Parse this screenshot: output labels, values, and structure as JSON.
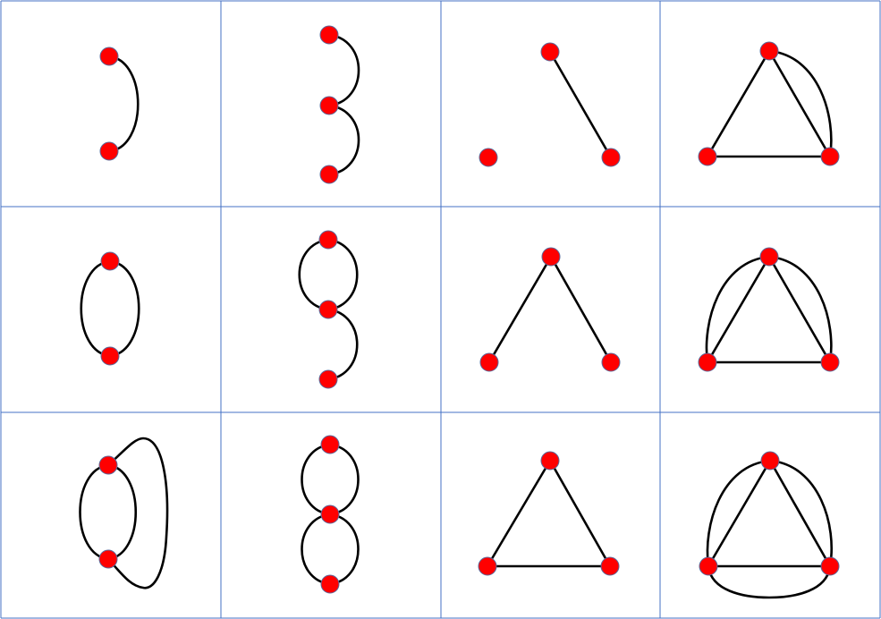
{
  "grid": {
    "rows": 3,
    "columns": 4
  },
  "colors": {
    "grid": "#4472C4",
    "vertex": "#FF0000",
    "edge": "#000000",
    "background": "#FFFFFF"
  },
  "graphs": [
    {
      "id": "r1c1",
      "vertices": 2,
      "edges": 1
    },
    {
      "id": "r1c2",
      "vertices": 3,
      "edges": 2
    },
    {
      "id": "r1c3",
      "vertices": 3,
      "edges": 1
    },
    {
      "id": "r1c4",
      "vertices": 3,
      "edges": 4
    },
    {
      "id": "r2c1",
      "vertices": 2,
      "edges": 2
    },
    {
      "id": "r2c2",
      "vertices": 3,
      "edges": 3
    },
    {
      "id": "r2c3",
      "vertices": 3,
      "edges": 2
    },
    {
      "id": "r2c4",
      "vertices": 3,
      "edges": 5
    },
    {
      "id": "r3c1",
      "vertices": 2,
      "edges": 3
    },
    {
      "id": "r3c2",
      "vertices": 3,
      "edges": 4
    },
    {
      "id": "r3c3",
      "vertices": 3,
      "edges": 3
    },
    {
      "id": "r3c4",
      "vertices": 3,
      "edges": 6
    }
  ]
}
